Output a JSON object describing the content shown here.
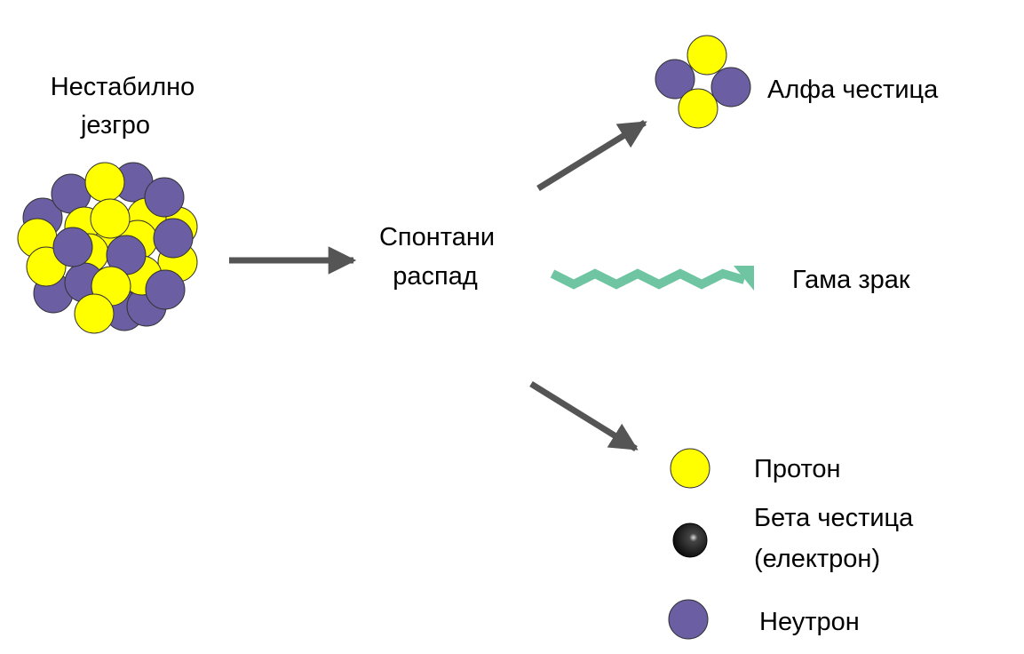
{
  "labels": {
    "unstable_nucleus_line1": "Нестабилно",
    "unstable_nucleus_line2": "језгро",
    "spontaneous_line1": "Спонтани",
    "spontaneous_line2": "распад",
    "alpha": "Алфа честица",
    "gamma": "Гама зрак",
    "proton": "Протон",
    "beta_line1": "Бета честица",
    "beta_line2": "(електрон)",
    "neutron": "Неутрон"
  },
  "colors": {
    "proton": "#ffff00",
    "neutron": "#6b5ea3",
    "electron": "#111111",
    "arrow": "#555555",
    "gamma": "#6fc4a1",
    "outline": "#333333"
  },
  "icons": {
    "proton": "yellow-circle",
    "neutron": "purple-circle",
    "electron": "black-dot",
    "gamma": "zigzag-wave"
  }
}
